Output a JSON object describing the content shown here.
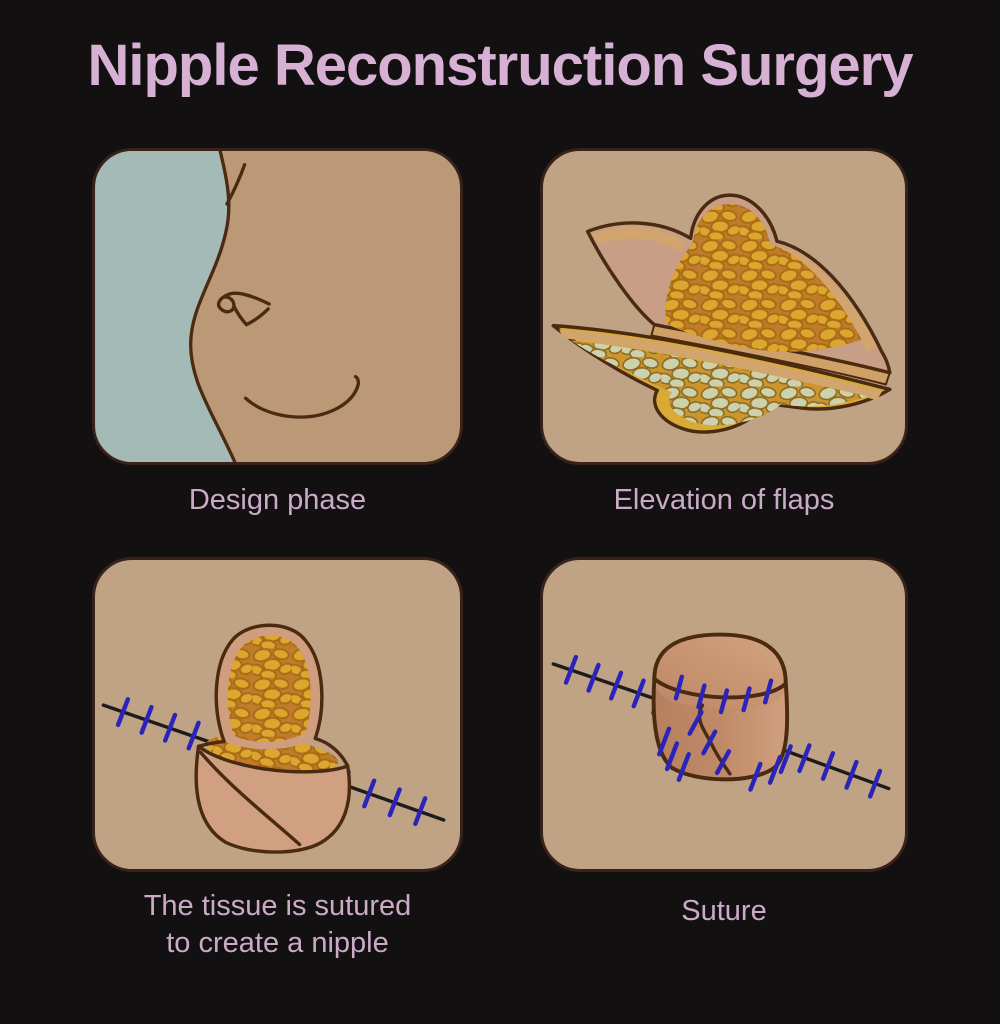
{
  "title": "Nipple Reconstruction Surgery",
  "panels": [
    {
      "id": "design-phase",
      "caption": "Design phase"
    },
    {
      "id": "elevation-of-flaps",
      "caption": "Elevation of flaps"
    },
    {
      "id": "tissue-sutured",
      "caption": "The tissue is sutured\nto create a nipple"
    },
    {
      "id": "suture",
      "caption": "Suture"
    }
  ],
  "colors": {
    "page_background": "#121010",
    "title_text": "#d6b1d3",
    "caption_text": "#cbaac8",
    "panel_background": "#c0a284",
    "panel_border": "#38221a",
    "sky_blue_background": "#a3bab6",
    "skin_tone": "#bb9876",
    "flap_skin_pink": "#c89e86",
    "flap_edge_tan": "#d2a56f",
    "fat_lobule_yellow": "#dda72f",
    "fat_gap_orange": "#c07c2a",
    "pale_lobule": "#ced2ac",
    "lower_flap_yellow": "#d9ab36",
    "outline_brown": "#4a2a10",
    "suture_thread_black": "#1c1c1c",
    "suture_stitch_blue": "#2b24bb"
  }
}
